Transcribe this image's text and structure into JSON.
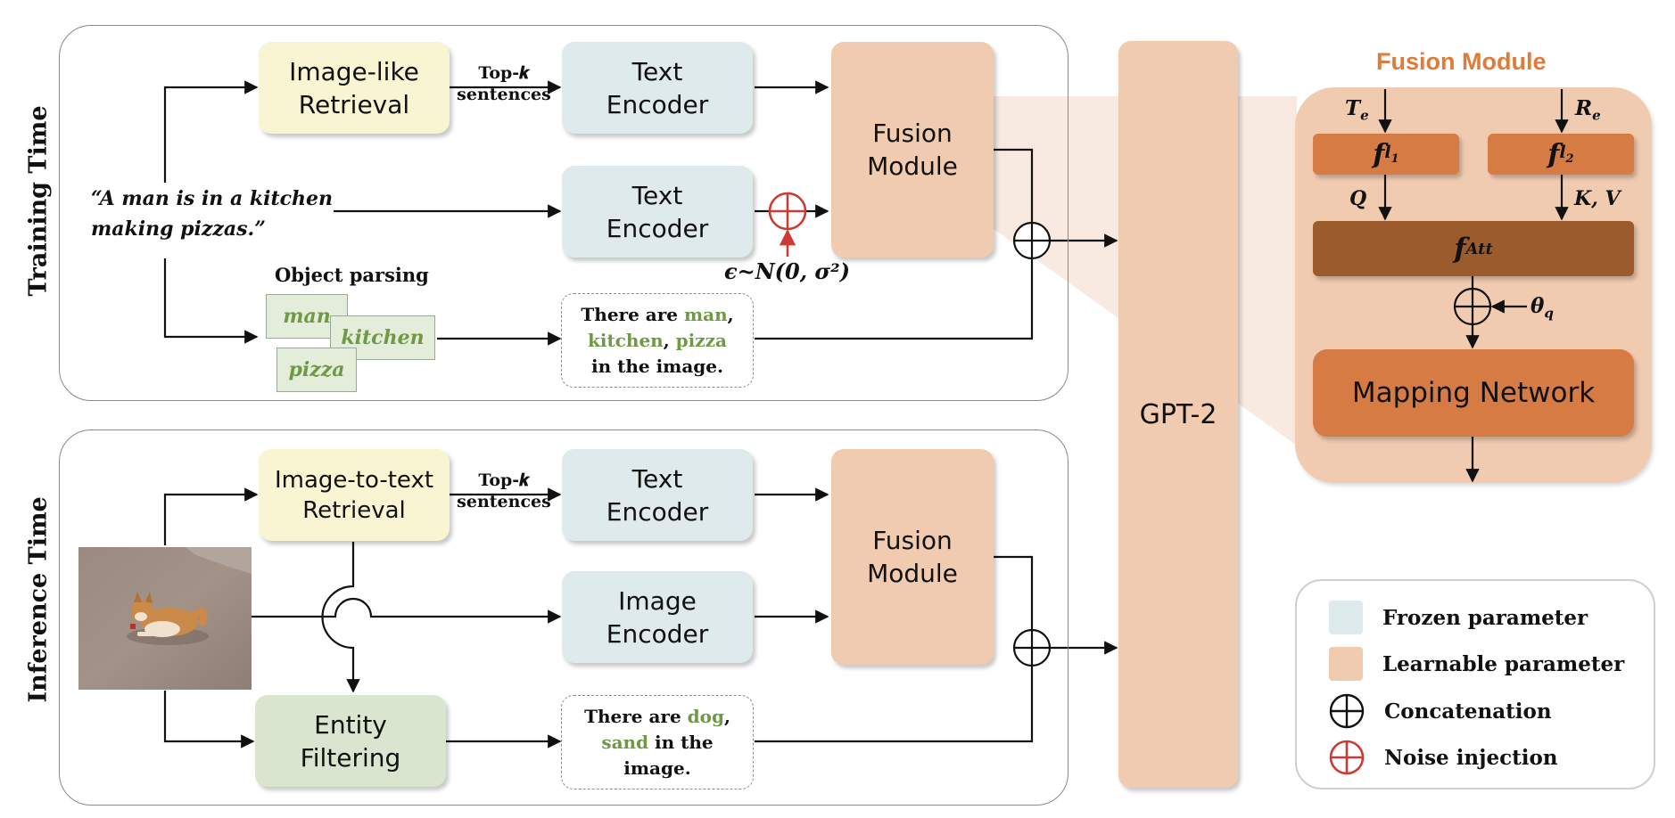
{
  "training": {
    "section_label": "Training Time",
    "image_like_retrieval": "Image-like\nRetrieval",
    "topk_label": "Top-𝒌\nsentences",
    "text_encoder_1": "Text\nEncoder",
    "text_encoder_2": "Text\nEncoder",
    "fusion_module": "Fusion\nModule",
    "caption": "“A man is in a kitchen\nmaking pizzas.”",
    "object_parsing": "Object parsing",
    "objects": [
      "man",
      "kitchen",
      "pizza"
    ],
    "noise_label": "ϵ~N(0, σ²)",
    "prompt": {
      "p1": "There are ",
      "w1": "man",
      "p2": ",",
      "w2": "kitchen",
      "p3": ", ",
      "w3": "pizza",
      "p4": "in the image."
    }
  },
  "inference": {
    "section_label": "Inference Time",
    "image_to_text_retrieval": "Image-to-text\nRetrieval",
    "topk_label": "Top-𝒌\nsentences",
    "text_encoder": "Text\nEncoder",
    "image_encoder": "Image\nEncoder",
    "fusion_module": "Fusion\nModule",
    "entity_filtering": "Entity\nFiltering",
    "prompt": {
      "p1": "There are ",
      "w1": "dog",
      "p2": ",",
      "w2": "sand",
      "p3": " in the",
      "p4": "image."
    }
  },
  "gpt2": "GPT-2",
  "fusion_detail": {
    "title": "Fusion Module",
    "te": "T",
    "te_sub": "e",
    "re": "R",
    "re_sub": "e",
    "fl1": "f",
    "fl1_sub": "l",
    "fl1_subsub": "1",
    "fl2": "f",
    "fl2_sub": "l",
    "fl2_subsub": "2",
    "q": "Q",
    "kv": "K, V",
    "fatt": "f",
    "fatt_sub": "Att",
    "theta": "θ",
    "theta_sub": "q",
    "mapping_network": "Mapping Network"
  },
  "legend": {
    "frozen": "Frozen parameter",
    "learnable": "Learnable parameter",
    "concat": "Concatenation",
    "noise": "Noise injection"
  },
  "colors": {
    "frozen": "#dfeaed",
    "learnable": "#f1cbb0",
    "retrieval": "#f9f4d2",
    "filtering": "#d9e5cf",
    "fusion_light": "#d67b44",
    "fusion_dark": "#9c5b2c",
    "noise": "#cc3b33",
    "entity_green": "#6f9a45"
  }
}
